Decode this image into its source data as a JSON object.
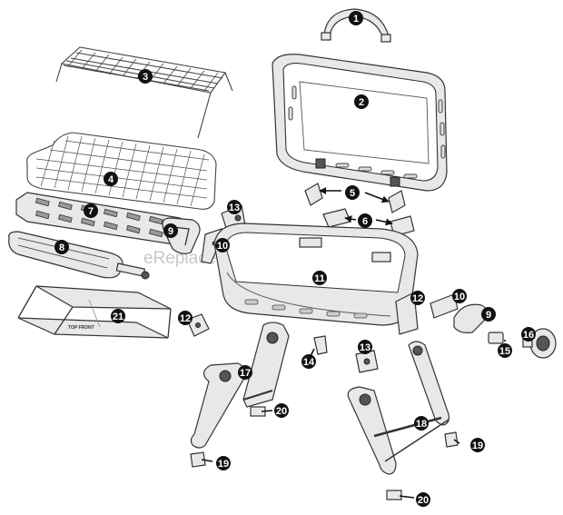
{
  "watermark": "eReplacementParts.com",
  "plate_label": "TOP FRONT",
  "callouts": [
    "1",
    "2",
    "3",
    "4",
    "5",
    "6",
    "7",
    "8",
    "9",
    "10",
    "11",
    "12",
    "13",
    "14",
    "15",
    "16",
    "17",
    "18",
    "19",
    "20",
    "21"
  ]
}
